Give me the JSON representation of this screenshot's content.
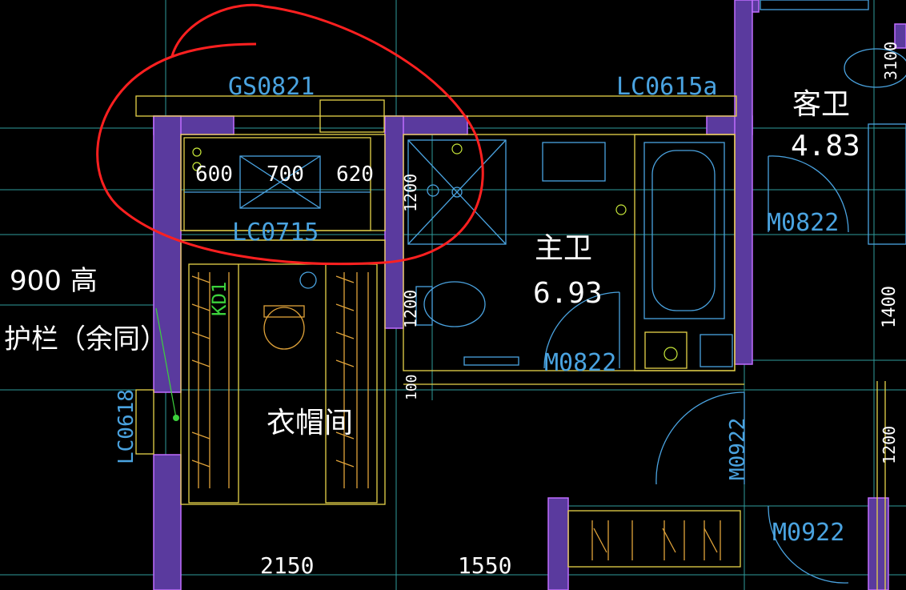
{
  "labels": {
    "gs0821": "GS0821",
    "lc0615a": "LC0615a",
    "lc0715": "LC0715",
    "lc0618": "LC0618",
    "kd1": "KD1",
    "m0822_master": "M0822",
    "m0822_guest": "M0822",
    "m0922_a": "M0922",
    "m0922_b": "M0922",
    "dim_600": "600",
    "dim_700": "700",
    "dim_620": "620",
    "dim_1200_a": "1200",
    "dim_1200_b": "1200",
    "dim_1200_c": "1200",
    "dim_100": "100",
    "dim_1400": "1400",
    "dim_3100": "3100",
    "dim_2150": "2150",
    "dim_1550": "1550",
    "master_bath": "主卫",
    "master_bath_area": "6.93",
    "guest_bath": "客卫",
    "guest_bath_area": "4.83",
    "cloakroom": "衣帽间",
    "railing_height": "900 高",
    "railing_note": "护栏（余同）"
  },
  "colors": {
    "background": "#000000",
    "wall_fill": "#5a3a9e",
    "wall_edge": "#c06cff",
    "door_window": "#4aa3e0",
    "yellow": "#e8d44a",
    "orange": "#e0a33a",
    "white": "#ffffff",
    "cyan": "#3fd0d0",
    "markup_red": "#ff2020",
    "green": "#3cd23c"
  }
}
